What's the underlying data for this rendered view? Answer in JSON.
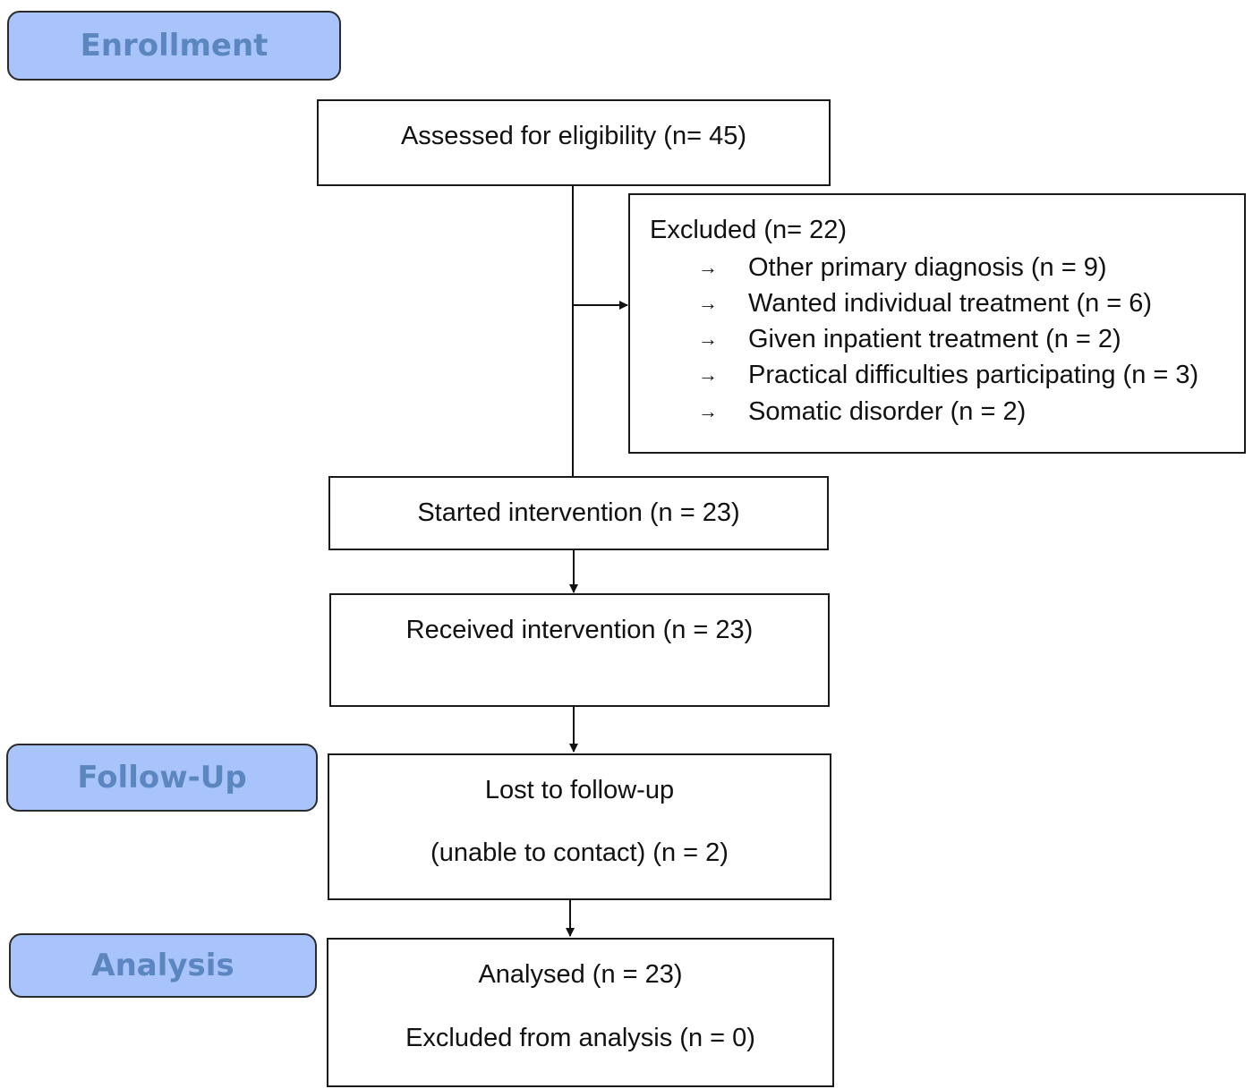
{
  "colors": {
    "stage_fill": "#a9c4fb",
    "stage_text": "#5b86c0",
    "line": "#111111"
  },
  "stages": {
    "enrollment": "Enrollment",
    "follow_up": "Follow-Up",
    "analysis": "Analysis"
  },
  "boxes": {
    "assessed": "Assessed for eligibility (n= 45)",
    "excluded": {
      "title": "Excluded (n= 22)",
      "bullet_icon": "right-arrow-icon",
      "bullet": "→",
      "items": [
        "Other primary diagnosis (n = 9)",
        "Wanted individual treatment (n = 6)",
        "Given inpatient treatment (n = 2)",
        "Practical difficulties participating (n = 3)",
        "Somatic disorder (n = 2)"
      ]
    },
    "started": "Started intervention (n = 23)",
    "received": "Received intervention (n = 23)",
    "lost": {
      "line1": "Lost to follow-up",
      "line2": "(unable to contact) (n = 2)"
    },
    "analysed": {
      "line1": "Analysed (n = 23)",
      "line2": "Excluded from analysis (n = 0)"
    }
  }
}
